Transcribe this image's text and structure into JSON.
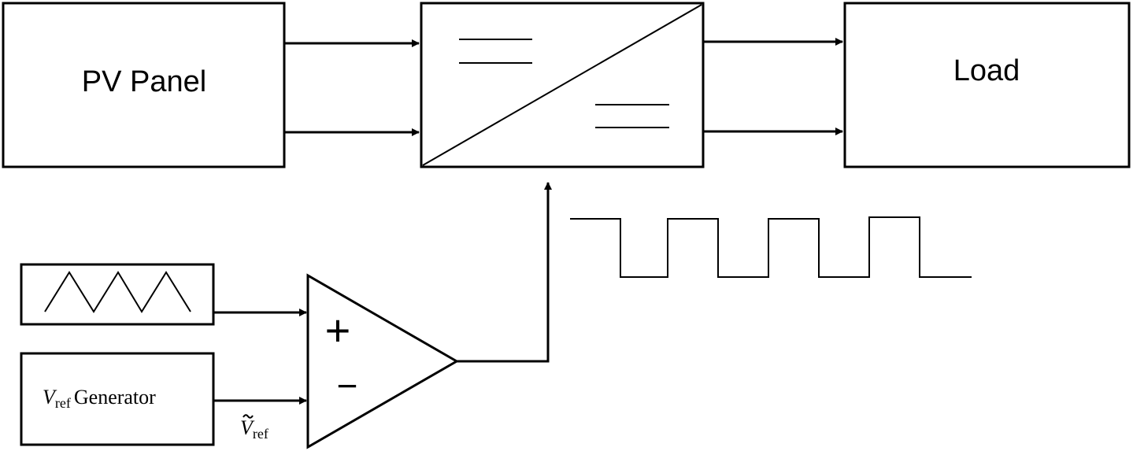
{
  "pv_panel": {
    "label": "PV Panel"
  },
  "load": {
    "label": "Load"
  },
  "vref_generator": {
    "symbol": "V",
    "subscript": "ref",
    "label": "Generator"
  },
  "vref_tilde": {
    "symbol": "V",
    "subscript": "ref"
  },
  "comparator": {
    "plus": "+",
    "minus": "−"
  }
}
